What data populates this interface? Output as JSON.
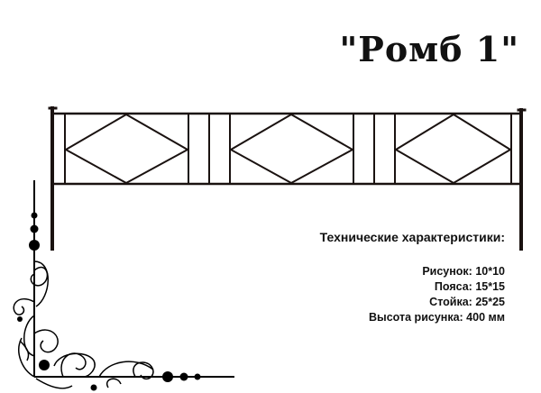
{
  "product": {
    "title": "\"Ромб 1\""
  },
  "specs": {
    "heading": "Технические характеристики:",
    "items": [
      {
        "label": "Рисунок",
        "value": "10*10",
        "text": "Рисунок: 10*10"
      },
      {
        "label": "Пояса",
        "value": "15*15",
        "text": "Пояса: 15*15"
      },
      {
        "label": "Стойка",
        "value": "25*25",
        "text": "Стойка: 25*25"
      },
      {
        "label": "Высота рисунка",
        "value": "400 мм",
        "text": "Высота рисунка: 400 мм"
      }
    ]
  },
  "illustration": {
    "name": "fence-section",
    "pattern": "rhombus",
    "rhombus_count": 3,
    "colors": {
      "metal": "#1a1210",
      "ornament": "#000000",
      "background": "#ffffff"
    }
  }
}
